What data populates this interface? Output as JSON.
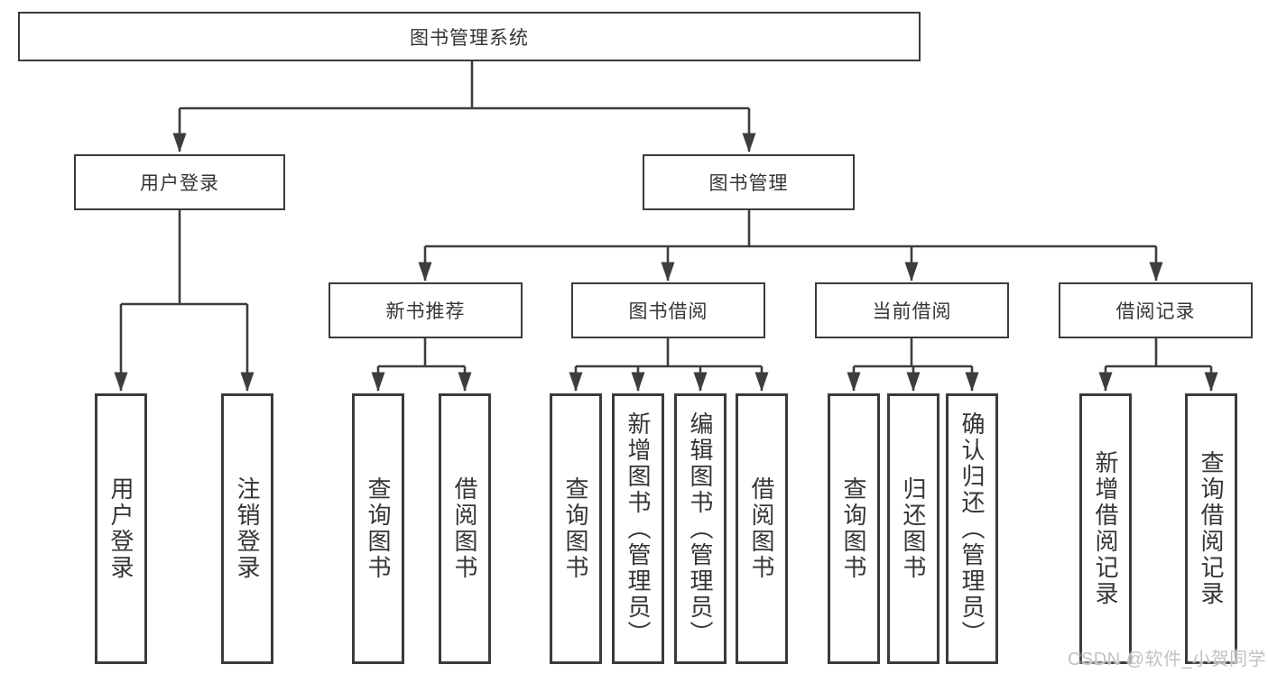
{
  "tree": {
    "root": {
      "label": "图书管理系统"
    },
    "level2": [
      {
        "label": "用户登录"
      },
      {
        "label": "图书管理"
      }
    ],
    "level3": [
      {
        "label": "新书推荐"
      },
      {
        "label": "图书借阅"
      },
      {
        "label": "当前借阅"
      },
      {
        "label": "借阅记录"
      }
    ],
    "leaves": {
      "user_login": [
        {
          "label": "用户登录"
        },
        {
          "label": "注销登录"
        }
      ],
      "new_book_recommend": [
        {
          "label": "查询图书"
        },
        {
          "label": "借阅图书"
        }
      ],
      "book_borrow": [
        {
          "label": "查询图书"
        },
        {
          "label": "新增图书（管理员）"
        },
        {
          "label": "编辑图书（管理员）"
        },
        {
          "label": "借阅图书"
        }
      ],
      "current_borrow": [
        {
          "label": "查询图书"
        },
        {
          "label": "归还图书"
        },
        {
          "label": "确认归还（管理员）"
        }
      ],
      "borrow_record": [
        {
          "label": "新增借阅记录"
        },
        {
          "label": "查询借阅记录"
        }
      ]
    },
    "watermark": "CSDN @软件_小贺同学",
    "colors": {
      "line": "#3d3d3d",
      "box_border": "#3b3b3b",
      "box_fill": "#ffffff",
      "text": "#353535",
      "watermark": "#c2c2c2"
    }
  }
}
